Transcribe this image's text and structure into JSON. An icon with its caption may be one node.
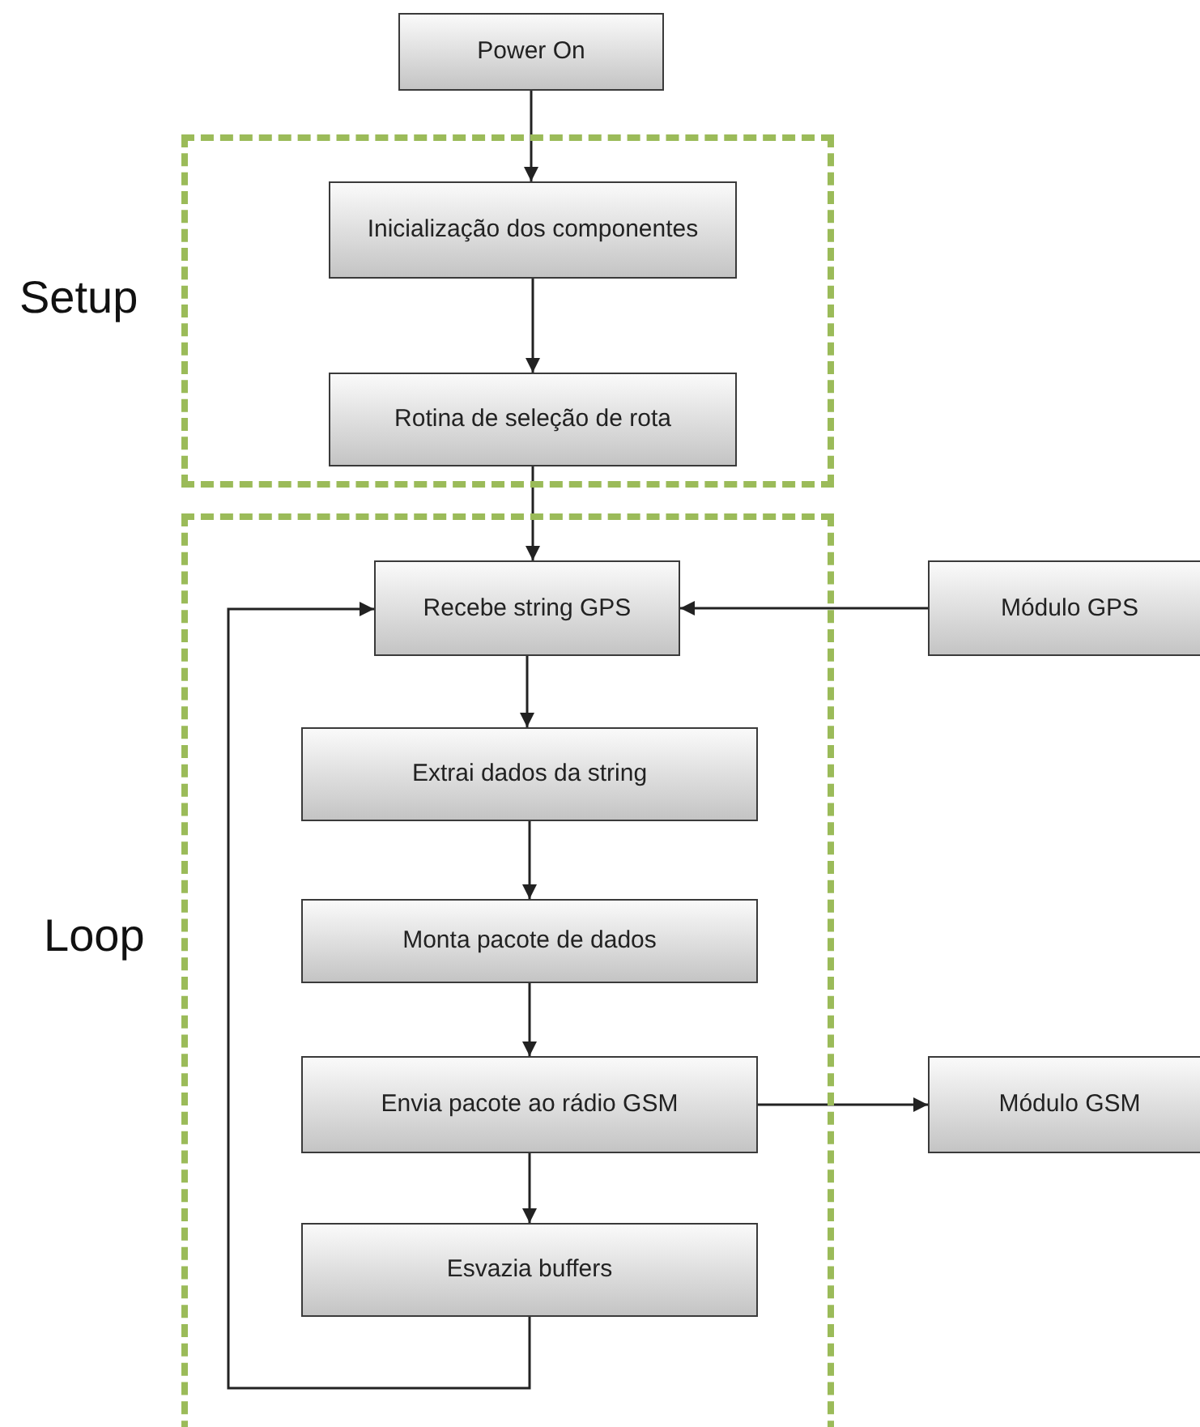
{
  "diagram": {
    "nodes": [
      {
        "text": [
          "Power On"
        ]
      },
      {
        "text": [],
        "shape": "box"
      },
      {
        "text": [
          "Inicialização dos componentes"
        ],
        "in": 1
      },
      {
        "text": [
          "Rotina de seleção de rota"
        ],
        "in": 1
      },
      {
        "text": [],
        "shape": "box"
      },
      {
        "text": [
          "Recebe string GPS"
        ],
        "in": 4
      },
      {
        "text": [
          "Extrai dados da string"
        ],
        "in": 4
      },
      {
        "text": [
          "Monta pacote de dados"
        ],
        "in": 4
      },
      {
        "text": [
          "Envia pacote ao rádio GSM"
        ],
        "in": 4
      },
      {
        "text": [
          "Esvazia buffers"
        ],
        "in": 4
      },
      {
        "text": [
          "Módulo GPS"
        ]
      },
      {
        "text": [
          "Módulo GSM"
        ]
      }
    ],
    "edges": [
      {
        "from": 0,
        "to": 2,
        "arrow": "to"
      },
      {
        "from": 2,
        "to": 3,
        "arrow": "to"
      },
      {
        "from": 3,
        "to": 5,
        "arrow": "to"
      },
      {
        "from": 10,
        "to": 5,
        "arrow": "to"
      },
      {
        "from": 5,
        "to": 6,
        "arrow": "to"
      },
      {
        "from": 6,
        "to": 7,
        "arrow": "to"
      },
      {
        "from": 7,
        "to": 8,
        "arrow": "to"
      },
      {
        "from": 8,
        "to": 11,
        "arrow": "to"
      },
      {
        "from": 8,
        "to": 9,
        "arrow": "to"
      },
      {
        "from": 9,
        "to": 5,
        "arrow": "to"
      }
    ],
    "labels": [
      "Setup",
      "Loop"
    ]
  }
}
